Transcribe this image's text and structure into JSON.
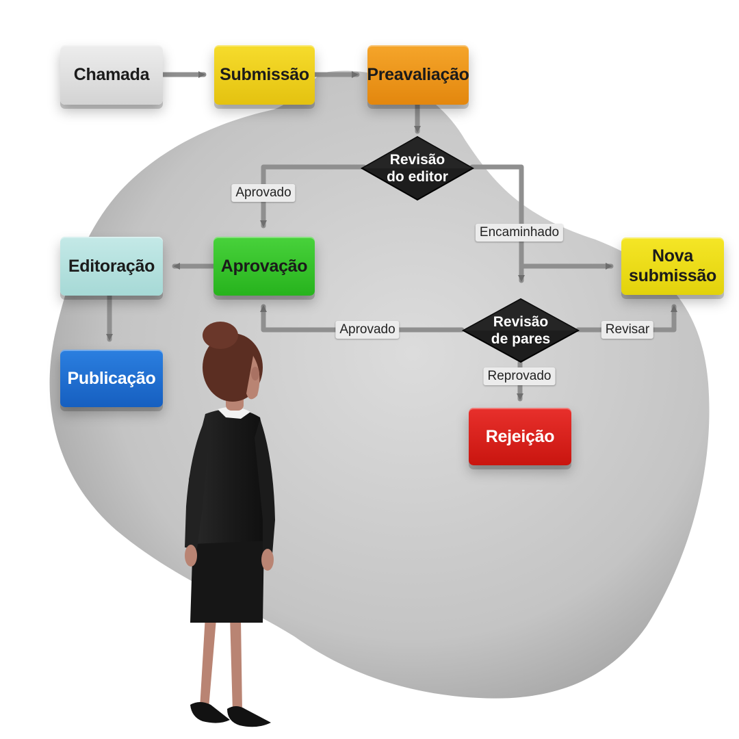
{
  "nodes": {
    "chamada": "Chamada",
    "submissao": "Submissão",
    "preavaliacao": "Preavaliação",
    "revisao_editor": "Revisão\ndo editor",
    "aprovacao": "Aprovação",
    "editoracao": "Editoração",
    "publicacao": "Publicação",
    "nova_submissao": "Nova\nsubmissão",
    "revisao_pares": "Revisão\nde pares",
    "rejeicao": "Rejeição"
  },
  "edge_labels": {
    "aprovado_editor": "Aprovado",
    "encaminhado": "Encaminhado",
    "aprovado_pares": "Aprovado",
    "revisar": "Revisar",
    "reprovado": "Reprovado"
  },
  "colors": {
    "chamada": "#e2e2e2",
    "submissao": "#f0d21a",
    "preavaliacao": "#ef9a1a",
    "aprovacao": "#36c52b",
    "editoracao": "#b5e2e0",
    "publicacao": "#1f6fd2",
    "nova_submissao": "#efde17",
    "rejeicao": "#dc1f1c",
    "diamond": "#1d1d1d",
    "connector": "#8f8f8f",
    "blob": "#c9c9c9"
  }
}
